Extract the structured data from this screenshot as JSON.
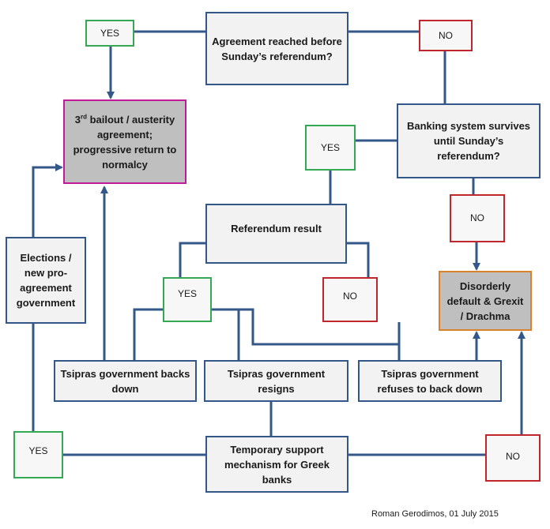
{
  "nodes": {
    "agreement_question": "Agreement reached before Sunday’s referendum?",
    "yes_agreement": "YES",
    "no_agreement": "NO",
    "bailout_ordinal": "3",
    "bailout_ordinal_suffix": "rd",
    "bailout_rest": " bailout / austerity agreement; progressive return to normalcy",
    "banking_question": "Banking system survives until Sunday’s referendum?",
    "yes_banking": "YES",
    "no_banking": "NO",
    "referendum_result": "Referendum result",
    "yes_referendum": "YES",
    "no_referendum": "NO",
    "elections": "Elections / new pro-agreement government",
    "disorderly_default": "Disorderly default & Grexit / Drachma",
    "tsipras_backs_down": "Tsipras government backs down",
    "tsipras_resigns": "Tsipras government resigns",
    "tsipras_refuses": "Tsipras government refuses to back down",
    "yes_support": "YES",
    "temporary_support": "Temporary support mechanism for Greek banks",
    "no_support": "NO"
  },
  "colors": {
    "connector": "#34578a",
    "yes_border": "#34a853",
    "no_border": "#c0272d",
    "good_outcome_border": "#c21b9a",
    "bad_outcome_border": "#d9822b",
    "outcome_fill": "#bfbfbf",
    "box_fill": "#f2f2f2"
  },
  "credit": "Roman Gerodimos, 01 July 2015"
}
